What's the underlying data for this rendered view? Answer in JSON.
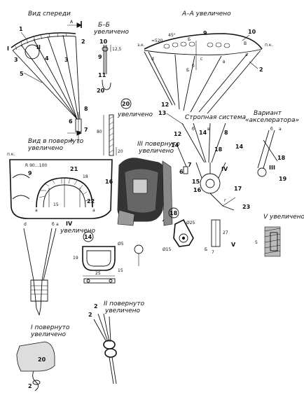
{
  "captions": {
    "front": "Вид спереди",
    "aa": "А–А  увеличено",
    "bb_title": "Б–Б",
    "bb_sub": "увеличено",
    "v_view_1": "Вид в  повернуто",
    "v_view_2": "увеличено",
    "view20_sub": "увеличено",
    "iii_1": "III  повернуто",
    "iii_2": "увеличено",
    "variant_1": "Вариант",
    "variant_2": "«акселератора»",
    "lines_system": "Стропная система",
    "iv_sub": "увеличено",
    "v_enl": "V  увеличено",
    "ii_1": "II  повернуто",
    "ii_2": "увеличено",
    "i_1": "I   повернуто",
    "i_2": "увеличено"
  },
  "labels": {
    "n1": "1",
    "n2": "2",
    "n3": "3",
    "n4": "4",
    "n5": "5",
    "n6": "6",
    "n7": "7",
    "n8": "8",
    "n9": "9",
    "n10": "10",
    "n11": "11",
    "n12": "12",
    "n13": "13",
    "n14": "14",
    "n15": "15",
    "n16": "16",
    "n17": "17",
    "n18": "18",
    "n19": "19",
    "n20": "20",
    "n21": "21",
    "n22": "22",
    "n23": "23",
    "roman_i": "I",
    "roman_ii": "II",
    "roman_iii": "III",
    "roman_iv": "IV",
    "roman_v": "V",
    "letter_a": "а",
    "letter_b": "б",
    "letter_c": "с",
    "letter_d": "d",
    "letter_v": "в",
    "letter_g": "г",
    "letter_A": "А",
    "letter_B": "Б",
    "letter_Vcap": "В",
    "zk": "з.к.",
    "pk": "п.к.",
    "angle45": "45°",
    "dist520": "≈520",
    "dim125": "12,5",
    "dim80": "80",
    "dim20": "20",
    "dim15": "15",
    "r90": "R 90…100",
    "dia5": "Ø5",
    "dim25": "25",
    "dim15b": "15",
    "dia25": "Ø25",
    "dia15": "Ø15",
    "dim27": "27",
    "dim7": "7",
    "dim5": "5"
  }
}
